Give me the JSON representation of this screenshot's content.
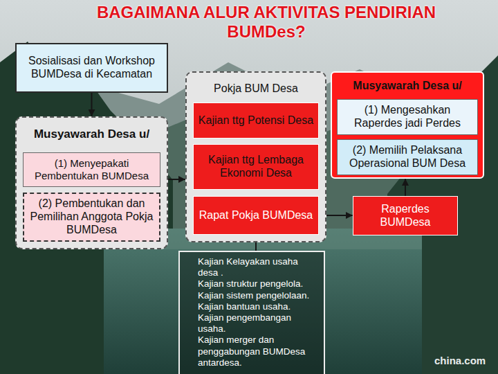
{
  "diagram": {
    "title": "BAGAIMANA ALUR AKTIVITAS PENDIRIAN BUMDes?",
    "nodes": [
      {
        "text": [
          "Sosialisasi dan Workshop BUMDesa di Kecamatan"
        ]
      },
      {
        "text": [
          "Musyawarah Desa u/"
        ]
      },
      {
        "text": [
          "(1) Menyepakati Pembentukan BUMDesa"
        ],
        "in": 1
      },
      {
        "text": [
          "(2) Pembentukan dan Pemilihan Anggota Pokja BUMDesa"
        ],
        "in": 1
      },
      {
        "text": [
          "Pokja BUM Desa"
        ]
      },
      {
        "text": [
          "Kajian ttg Potensi Desa"
        ],
        "in": 4
      },
      {
        "text": [
          "Kajian ttg Lembaga Ekonomi Desa"
        ],
        "in": 4
      },
      {
        "text": [
          "Rapat Pokja BUMDesa"
        ],
        "in": 4
      },
      {
        "text": [
          "Kajian Kelayakan usaha desa .",
          "Kajian struktur pengelola.",
          "Kajian sistem pengelolaan.",
          "Kajian bantuan usaha.",
          "Kajian pengembangan usaha.",
          "Kajian merger dan penggabungan BUMDesa antardesa."
        ]
      },
      {
        "text": [
          "Musyawarah Desa u/"
        ]
      },
      {
        "text": [
          "(1) Mengesahkan Raperdes jadi Perdes"
        ],
        "in": 9
      },
      {
        "text": [
          "(2) Memilih Pelaksana Operasional BUM Desa"
        ],
        "in": 9
      },
      {
        "text": [
          "Raperdes BUMDesa"
        ]
      }
    ],
    "edges": [
      {
        "from": 0,
        "to": 1,
        "arrow": "to"
      },
      {
        "from": 1,
        "to": 4,
        "arrow": "to"
      },
      {
        "from": 8,
        "to": 7,
        "arrow": "to"
      },
      {
        "from": 7,
        "to": 12,
        "arrow": "to"
      },
      {
        "from": 12,
        "to": 9,
        "arrow": "to"
      }
    ],
    "labels": [
      "china.com"
    ]
  }
}
